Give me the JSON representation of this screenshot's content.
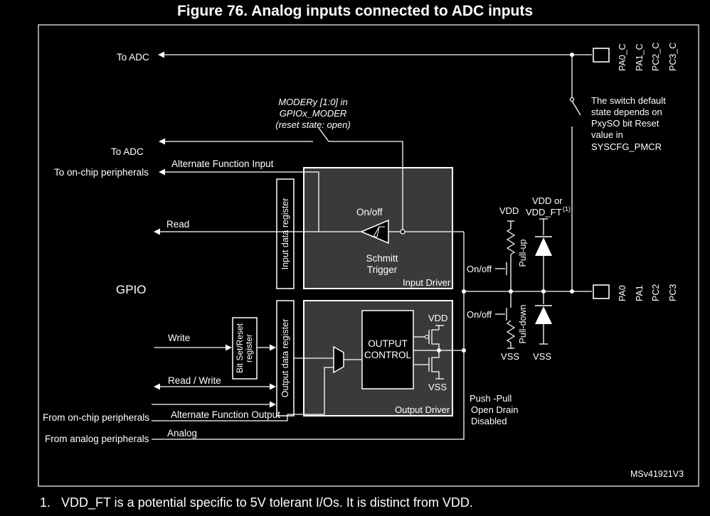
{
  "title": "Figure 76. Analog inputs connected to ADC inputs",
  "note": {
    "number": "1.",
    "text": "VDD_FT is a potential specific to 5V tolerant I/Os. It is distinct from VDD."
  },
  "labels": {
    "to_adc_top": "To ADC",
    "to_adc_mid": "To ADC",
    "to_onchip": "To on-chip peripherals",
    "alt_func_input": "Alternate Function Input",
    "read": "Read",
    "gpio": "GPIO",
    "write": "Write",
    "read_write": "Read / Write",
    "from_onchip": "From on-chip peripherals",
    "alt_func_output": "Alternate Function Output",
    "from_analog": "From analog peripherals",
    "analog": "Analog",
    "moder_1": "MODERy [1:0] in",
    "moder_2": "GPIOx_MODER",
    "moder_3": "(reset state: open)",
    "input_data_register": "Input data register",
    "output_data_register": "Output data register",
    "bit_set_reset_1": "Bit Set/Reset",
    "bit_set_reset_2": "register",
    "on_off_schmitt": "On/off",
    "schmitt_1": "Schmitt",
    "schmitt_2": "Trigger",
    "input_driver": "Input Driver",
    "output_driver": "Output Driver",
    "output_control_1": "OUTPUT",
    "output_control_2": "CONTROL",
    "vdd_inner": "VDD",
    "vss_inner": "VSS",
    "mode_1": "Push -Pull",
    "mode_2": "Open Drain",
    "mode_3": "Disabled",
    "vdd_pullup": "VDD",
    "vdd_or": "VDD or",
    "vdd_ft": "VDD_FT",
    "superscript_1": "(1)",
    "pull_up": "Pull-up",
    "pull_down": "Pull-down",
    "on_off_pu": "On/off",
    "on_off_pd": "On/off",
    "vss_pd": "VSS",
    "vss_diode": "VSS",
    "switch_1": "The switch default",
    "switch_2": "state depends on",
    "switch_3": "PxySO bit Reset",
    "switch_4": "value in",
    "switch_5": "SYSCFG_PMCR",
    "pins_c": [
      "PA0_C",
      "PA1_C",
      "PC2_C",
      "PC3_C"
    ],
    "pins": [
      "PA0",
      "PA1",
      "PC2",
      "PC3"
    ],
    "ref": "MSv41921V3"
  }
}
